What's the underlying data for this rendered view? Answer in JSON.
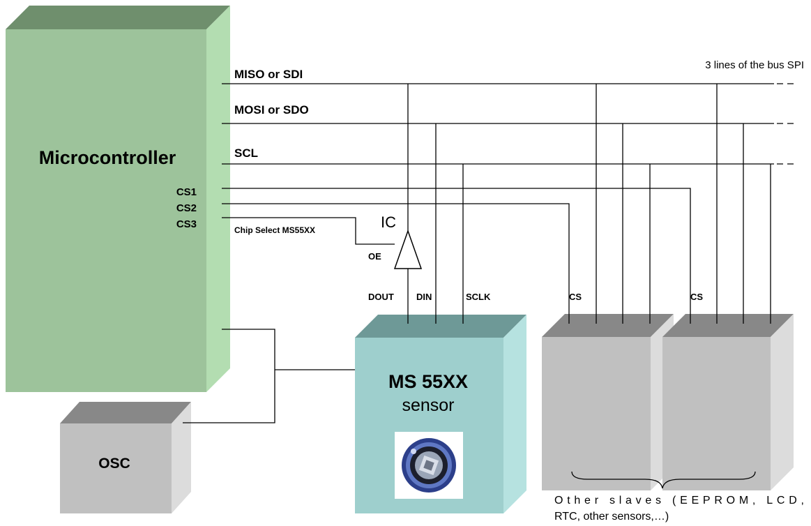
{
  "microcontroller": {
    "title": "Microcontroller",
    "cs_labels": [
      "CS1",
      "CS2",
      "CS3"
    ]
  },
  "bus": {
    "note": "3 lines of the bus SPI",
    "lines": [
      "MISO or SDI",
      "MOSI or SDO",
      "SCL"
    ]
  },
  "chip_select_label": "Chip Select MS55XX",
  "buffer": {
    "name": "IC",
    "enable_label": "OE"
  },
  "sensor": {
    "title": "MS 55XX",
    "subtitle": "sensor",
    "pins": [
      "DOUT",
      "DIN",
      "SCLK"
    ]
  },
  "slave_pin_labels": [
    "CS",
    "CS"
  ],
  "osc_label": "OSC",
  "other_slaves": {
    "line1": "Other slaves (EEPROM, LCD,",
    "line2": "RTC, other sensors,…)"
  },
  "colors": {
    "mcu_front": "#9dc39b",
    "mcu_top": "#6f8f6d",
    "mcu_side": "#b3ddb1",
    "sensor_front": "#9ecfcd",
    "sensor_top": "#6e9997",
    "sensor_side": "#b6e2e0",
    "gray_front": "#c0c0c0",
    "gray_top": "#888888",
    "gray_side": "#dcdcdc",
    "wire": "#000000"
  }
}
